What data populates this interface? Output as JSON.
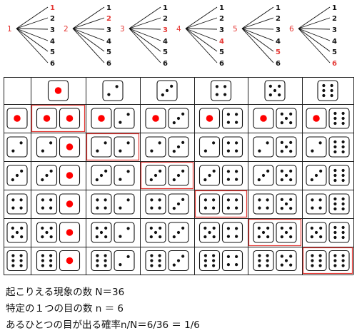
{
  "trees": [
    {
      "root": "1",
      "branches": [
        "1",
        "2",
        "3",
        "4",
        "5",
        "6"
      ]
    },
    {
      "root": "2",
      "branches": [
        "1",
        "2",
        "3",
        "4",
        "5",
        "6"
      ]
    },
    {
      "root": "3",
      "branches": [
        "1",
        "2",
        "3",
        "4",
        "5",
        "6"
      ]
    },
    {
      "root": "4",
      "branches": [
        "1",
        "2",
        "3",
        "4",
        "5",
        "6"
      ]
    },
    {
      "root": "5",
      "branches": [
        "1",
        "2",
        "3",
        "4",
        "5",
        "6"
      ]
    },
    {
      "root": "6",
      "branches": [
        "1",
        "2",
        "3",
        "4",
        "5",
        "6"
      ]
    }
  ],
  "grid": {
    "header_faces": [
      1,
      2,
      3,
      4,
      5,
      6
    ],
    "row_faces": [
      1,
      2,
      3,
      4,
      5,
      6
    ]
  },
  "summary": {
    "line1": "起こりえる現象の数 N＝36",
    "line2": "特定の１つの目の数  n ＝ 6",
    "line3": "あるひとつの目が出る確率n/N＝6/36 ＝ 1/6"
  },
  "colors": {
    "highlight": "#e53935",
    "pip": "#111111",
    "ace_pip": "#ff0000",
    "grid_line": "#222222",
    "text": "#111111"
  }
}
